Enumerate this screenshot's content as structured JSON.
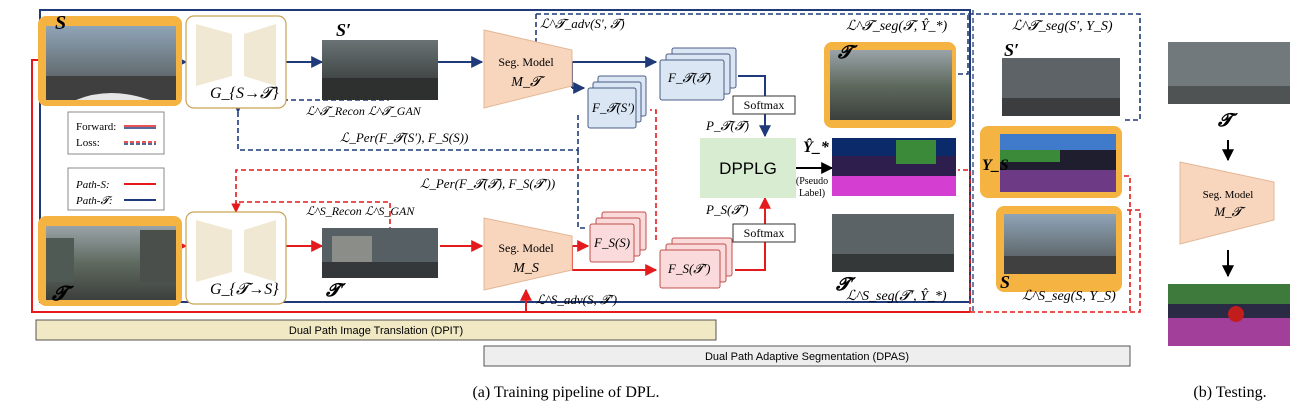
{
  "labels": {
    "S": "S",
    "S_prime": "S′",
    "T": "𝓣",
    "T_prime": "𝓣′",
    "Y_s": "Y_S",
    "G_st": "G_{S→𝓣}",
    "G_ts": "G_{𝓣→S}",
    "seg_t_line1": "Seg. Model",
    "seg_t_line2": "M_𝓣",
    "seg_s_line1": "Seg. Model",
    "seg_s_line2": "M_S",
    "seg_test_line1": "Seg. Model",
    "seg_test_line2": "M_𝓣",
    "recon_t": "ℒ^𝓣_Recon ℒ^𝓣_GAN",
    "recon_s": "ℒ^S_Recon ℒ^S_GAN",
    "per_top": "ℒ_Per(F_𝓣(S′), F_S(S))",
    "per_bottom": "ℒ_Per(F_𝓣(𝓣), F_S(𝓣′))",
    "adv_t": "ℒ^𝓣_adv(S′, 𝓣)",
    "adv_s": "ℒ^S_adv(S, 𝓣′)",
    "seg_loss_t": "ℒ^𝓣_seg(𝓣, Ŷ_*)",
    "seg_loss_sprime": "ℒ^𝓣_seg(S′, Y_S)",
    "seg_loss_tprime": "ℒ^S_seg(𝓣′, Ŷ_*)",
    "seg_loss_s": "ℒ^S_seg(S, Y_S)",
    "f_t_sprime": "F_𝓣(S′)",
    "f_t_t": "F_𝓣(𝓣)",
    "f_s_s": "F_S(S)",
    "f_s_tprime": "F_S(𝓣′)",
    "softmax_top": "Softmax",
    "softmax_bottom": "Softmax",
    "p_t": "P_𝓣(𝓣)",
    "p_s": "P_S(𝓣′)",
    "dpplg": "DPPLG",
    "y_star": "Ŷ_*",
    "pseudo_line1": "(Pseudo",
    "pseudo_line2": "Label)"
  },
  "legend": {
    "forward": "Forward:",
    "loss": "Loss:",
    "path_s": "Path-S:",
    "path_t": "Path-𝓣:"
  },
  "bars": {
    "dpit": "Dual Path  Image Translation (DPIT)",
    "dpas": "Dual Path Adaptive Segmentation (DPAS)"
  },
  "captions": {
    "a": "(a) Training pipeline of DPL.",
    "b": "(b) Testing."
  },
  "colors": {
    "path_s": "#e41a1c",
    "path_t": "#1f3a7a",
    "frame_orange": "#f5b342",
    "seg_fill": "#f8d5bd",
    "feat_blue": "#dbe6f5",
    "feat_red": "#fadada",
    "dpplg_fill": "#d8ecd1",
    "dpit_fill": "#f1e8c4",
    "dpas_fill": "#eeeeee"
  }
}
